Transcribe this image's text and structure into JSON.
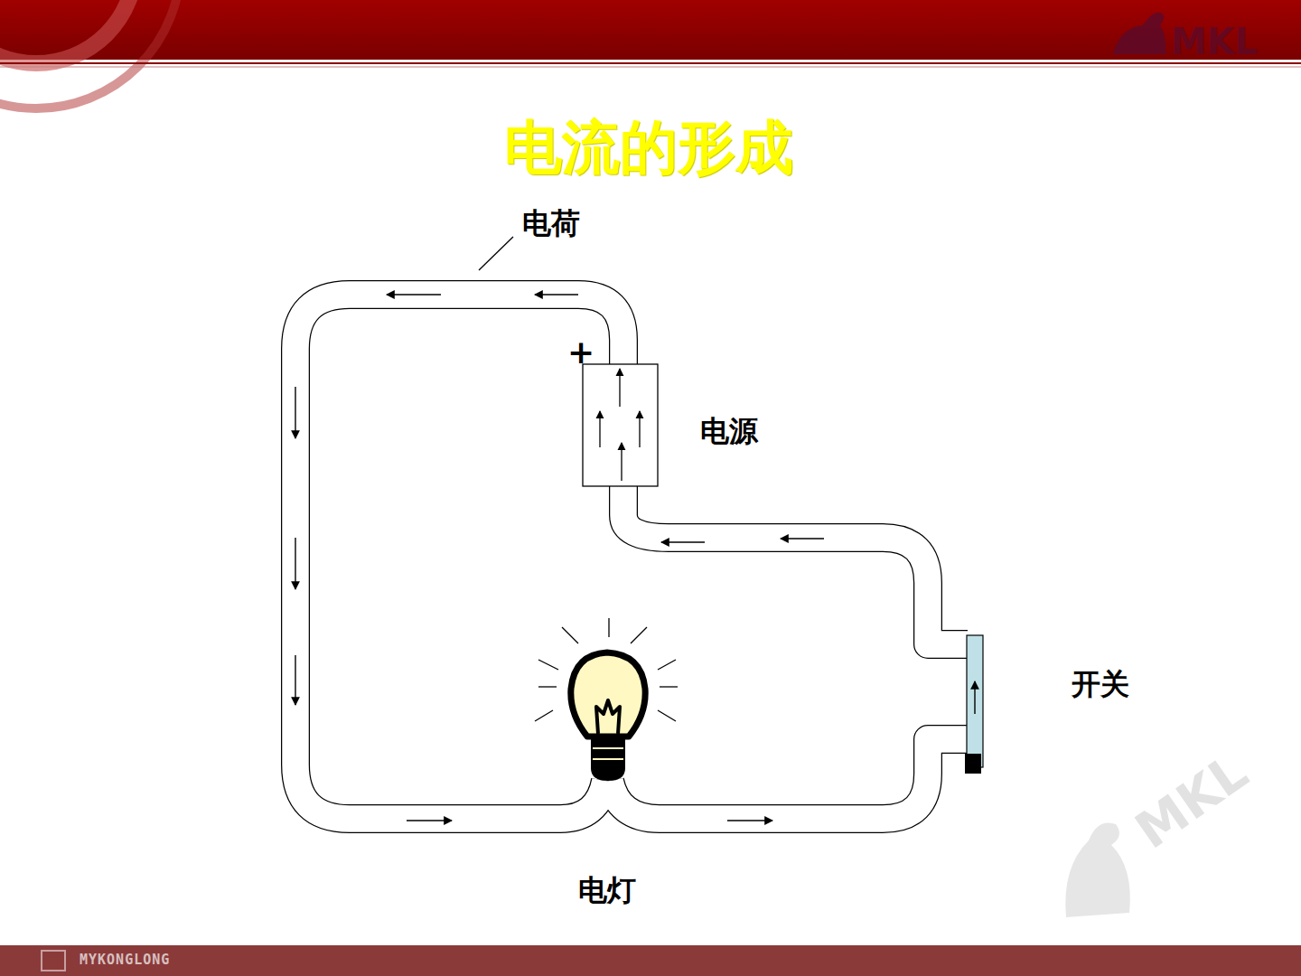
{
  "diagram": {
    "title": "电流的形成",
    "labels": [
      "电荷",
      "+",
      "电源",
      "开关",
      "电灯",
      "MKL",
      "MKL",
      "MYKONGLONG"
    ]
  }
}
